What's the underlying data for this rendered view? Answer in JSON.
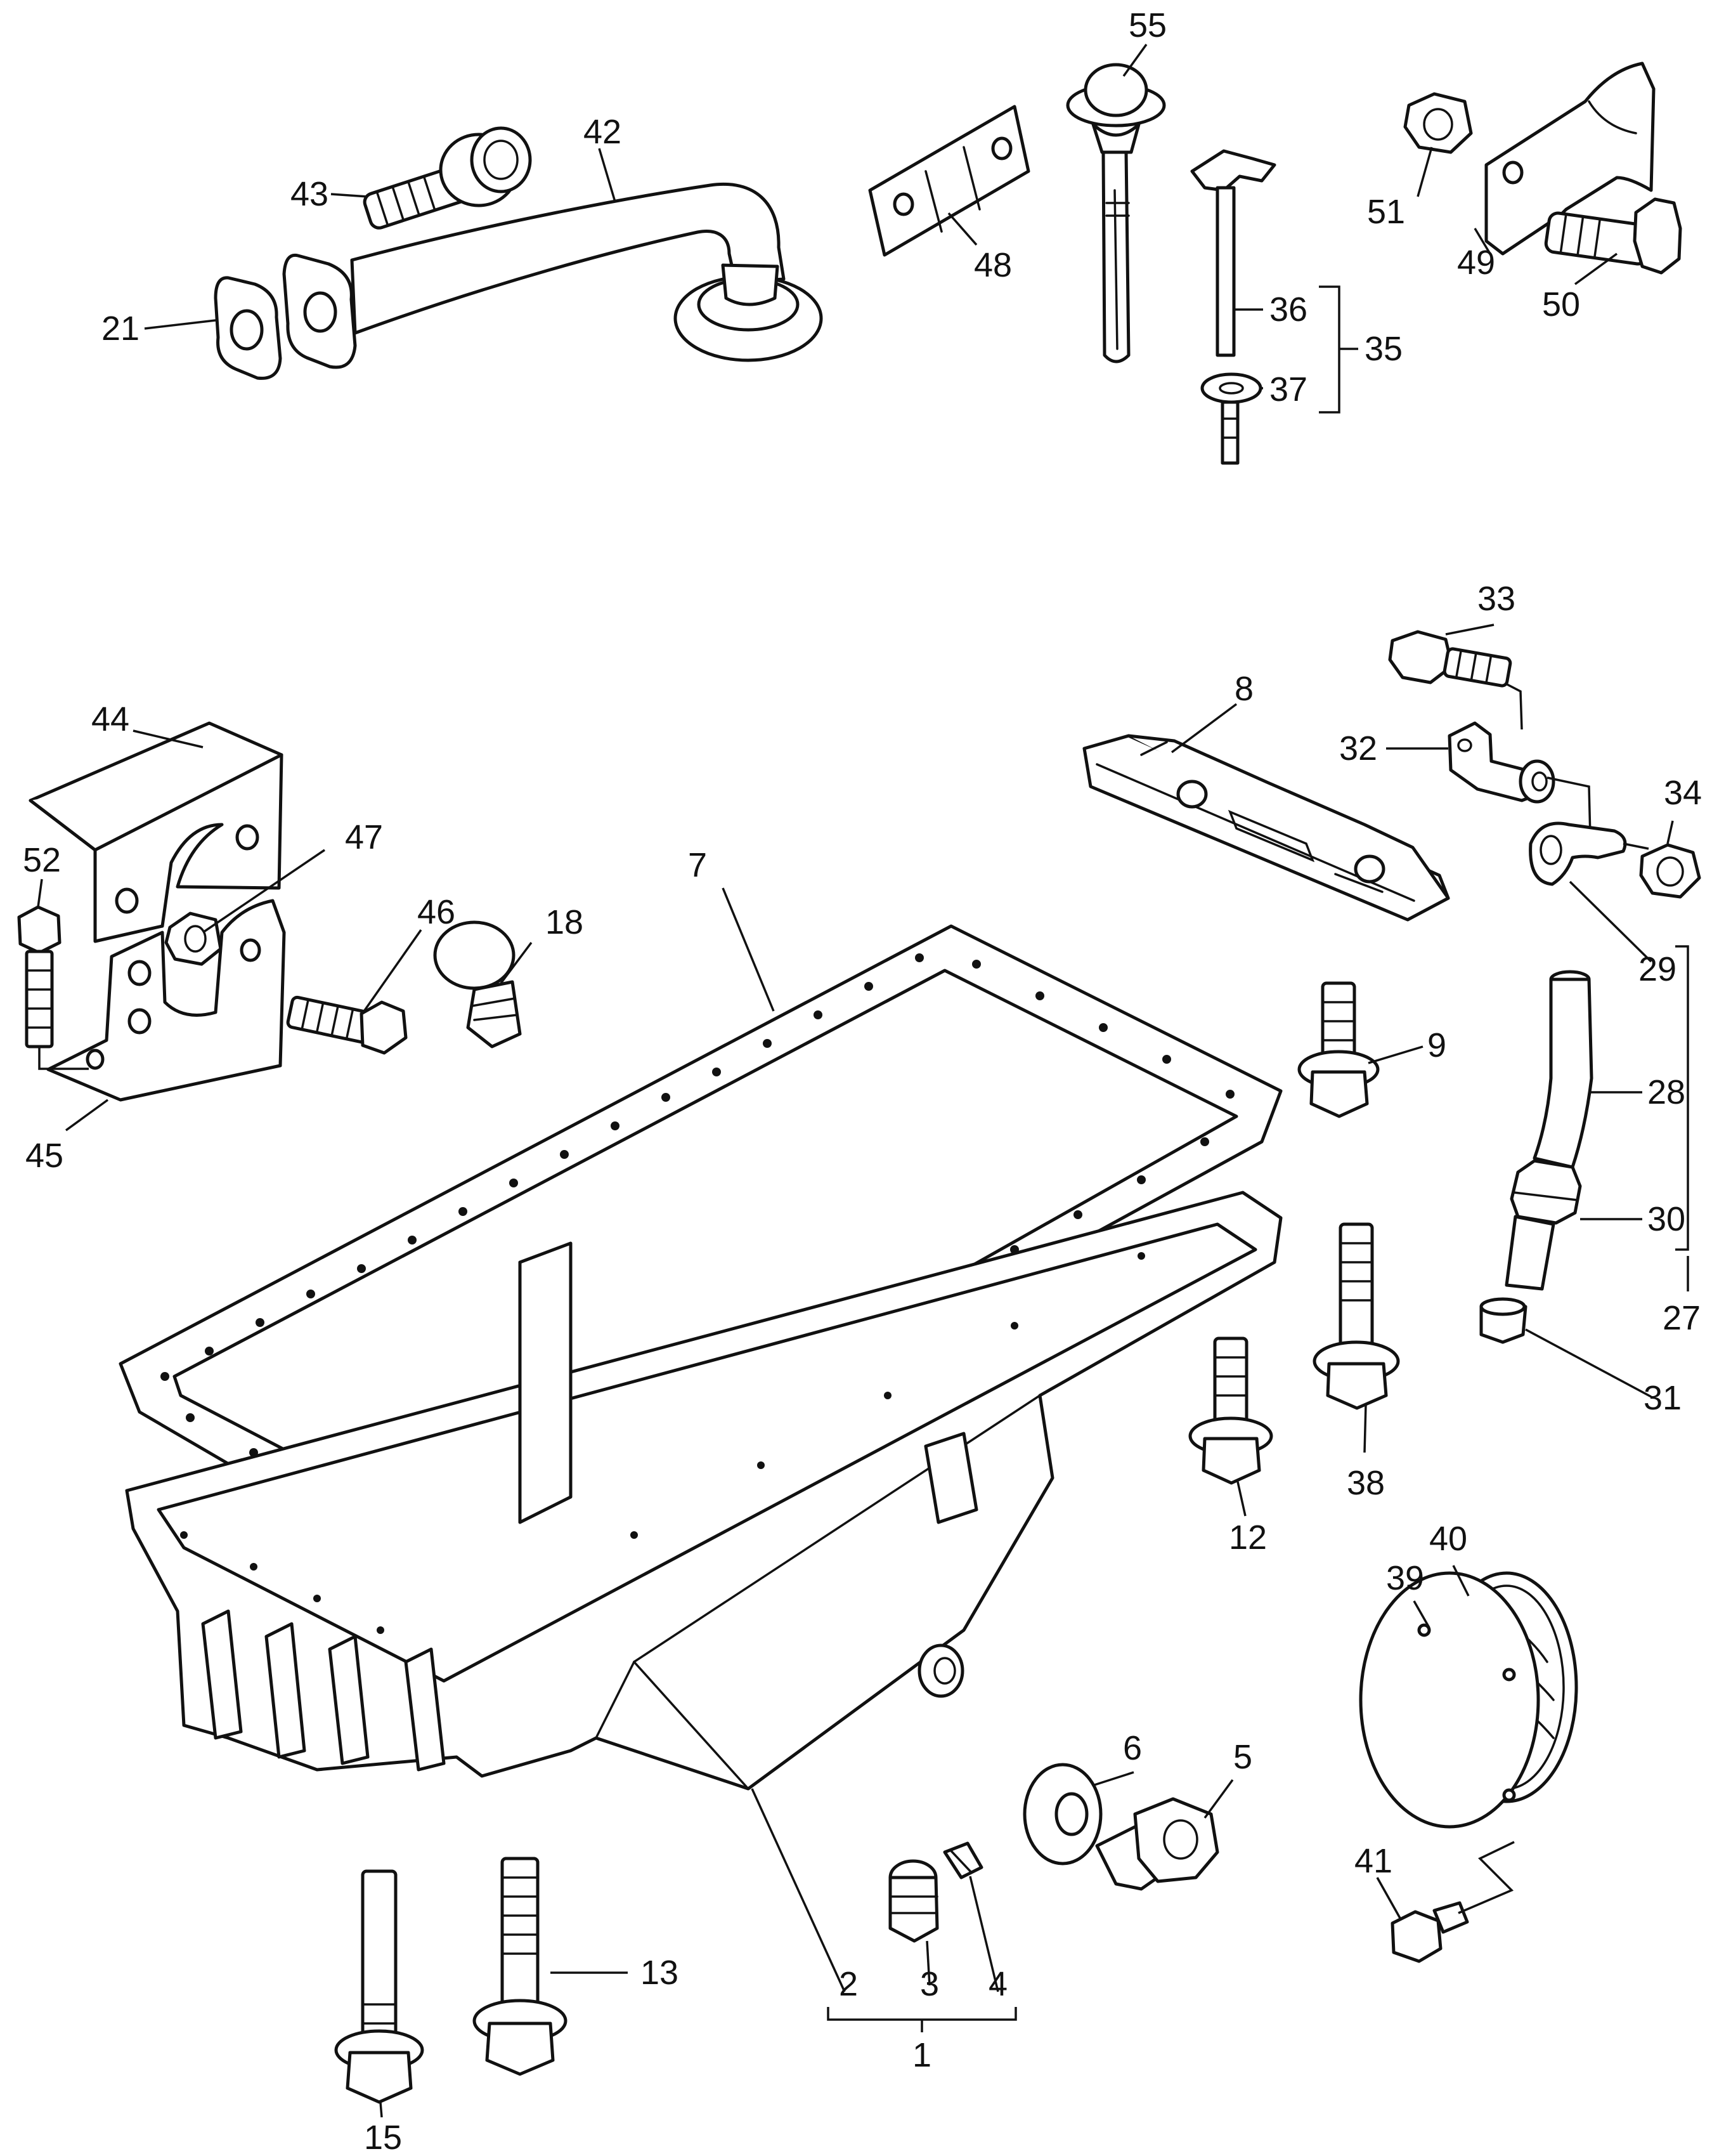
{
  "labels": [
    "55",
    "42",
    "43",
    "21",
    "48",
    "36",
    "35",
    "37",
    "51",
    "49",
    "50",
    "33",
    "8",
    "32",
    "34",
    "29",
    "44",
    "47",
    "52",
    "46",
    "18",
    "7",
    "9",
    "28",
    "30",
    "27",
    "45",
    "31",
    "38",
    "12",
    "40",
    "39",
    "6",
    "5",
    "41",
    "13",
    "2",
    "3",
    "4",
    "1",
    "15"
  ]
}
